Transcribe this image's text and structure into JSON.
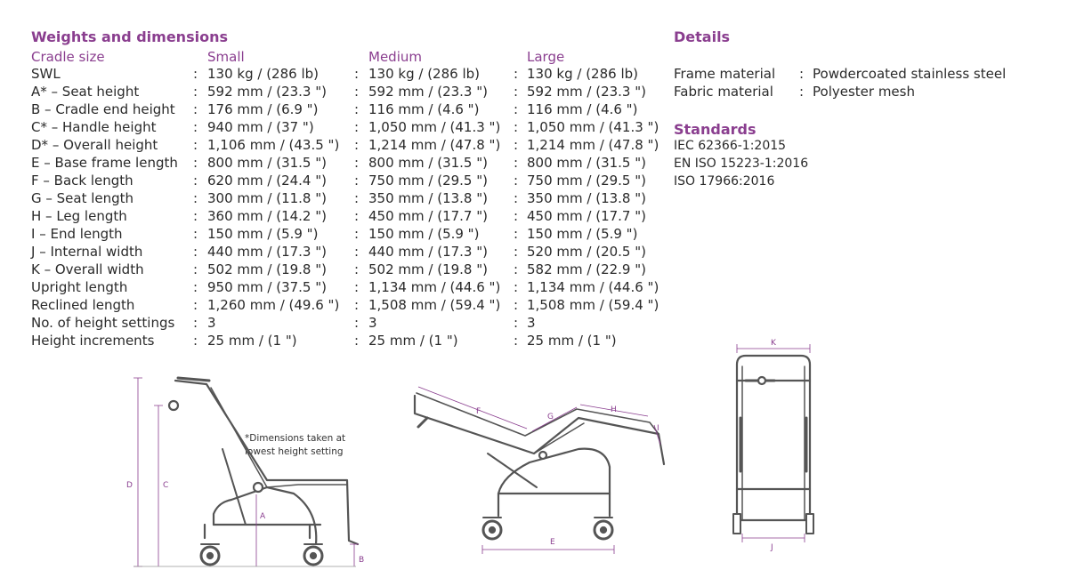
{
  "weights": {
    "title": "Weights and dimensions",
    "column_header": "Cradle size",
    "sizes": [
      "Small",
      "Medium",
      "Large"
    ],
    "rows": [
      {
        "label": "SWL",
        "small": "130 kg / (286 lb)",
        "medium": "130 kg / (286 lb)",
        "large": "130 kg / (286 lb)"
      },
      {
        "label": "A* – Seat height",
        "small": "592 mm / (23.3 \")",
        "medium": "592 mm / (23.3 \")",
        "large": "592 mm / (23.3 \")"
      },
      {
        "label": "B – Cradle end height",
        "small": "176 mm / (6.9 \")",
        "medium": "116 mm / (4.6 \")",
        "large": "116 mm / (4.6 \")"
      },
      {
        "label": "C* – Handle height",
        "small": "940 mm / (37 \")",
        "medium": "1,050 mm / (41.3 \")",
        "large": "1,050 mm / (41.3 \")"
      },
      {
        "label": "D* – Overall height",
        "small": "1,106 mm / (43.5 \")",
        "medium": "1,214 mm / (47.8 \")",
        "large": "1,214 mm / (47.8 \")"
      },
      {
        "label": "E – Base frame length",
        "small": "800 mm / (31.5 \")",
        "medium": "800 mm / (31.5 \")",
        "large": "800 mm / (31.5 \")"
      },
      {
        "label": "F – Back length",
        "small": "620 mm / (24.4 \")",
        "medium": "750 mm / (29.5 \")",
        "large": "750 mm / (29.5 \")"
      },
      {
        "label": "G – Seat length",
        "small": "300 mm / (11.8 \")",
        "medium": "350 mm / (13.8 \")",
        "large": "350 mm / (13.8 \")"
      },
      {
        "label": "H – Leg length",
        "small": "360 mm / (14.2 \")",
        "medium": "450 mm / (17.7 \")",
        "large": "450 mm / (17.7 \")"
      },
      {
        "label": "I – End length",
        "small": "150 mm / (5.9 \")",
        "medium": "150 mm / (5.9 \")",
        "large": "150 mm / (5.9 \")"
      },
      {
        "label": "J – Internal width",
        "small": "440 mm / (17.3 \")",
        "medium": "440 mm / (17.3 \")",
        "large": "520 mm / (20.5 \")"
      },
      {
        "label": "K – Overall width",
        "small": "502 mm / (19.8 \")",
        "medium": "502 mm / (19.8 \")",
        "large": "582 mm / (22.9 \")"
      },
      {
        "label": "Upright length",
        "small": "950 mm / (37.5 \")",
        "medium": "1,134 mm / (44.6 \")",
        "large": "1,134 mm / (44.6 \")"
      },
      {
        "label": "Reclined length",
        "small": "1,260 mm / (49.6 \")",
        "medium": "1,508 mm / (59.4 \")",
        "large": "1,508 mm / (59.4 \")"
      },
      {
        "label": "No. of height settings",
        "small": "3",
        "medium": "3",
        "large": "3"
      },
      {
        "label": "Height increments",
        "small": "25 mm / (1 \")",
        "medium": "25 mm / (1 \")",
        "large": "25 mm / (1 \")"
      }
    ]
  },
  "details": {
    "title": "Details",
    "rows": [
      {
        "label": "Frame material",
        "value": "Powdercoated stainless steel"
      },
      {
        "label": "Fabric material",
        "value": "Polyester mesh"
      }
    ]
  },
  "standards": {
    "title": "Standards",
    "items": [
      "IEC 62366-1:2015",
      "EN ISO 15223-1:2016",
      "ISO 17966:2016"
    ]
  },
  "diagrams": {
    "note_line1": "*Dimensions taken at",
    "note_line2": "lowest height setting",
    "labels": {
      "A": "A",
      "B": "B",
      "C": "C",
      "D": "D",
      "E": "E",
      "F": "F",
      "G": "G",
      "H": "H",
      "I": "I",
      "J": "J",
      "K": "K"
    }
  },
  "colors": {
    "accent": "#8a3e8f",
    "text": "#2a2a2a",
    "line": "#555555"
  }
}
